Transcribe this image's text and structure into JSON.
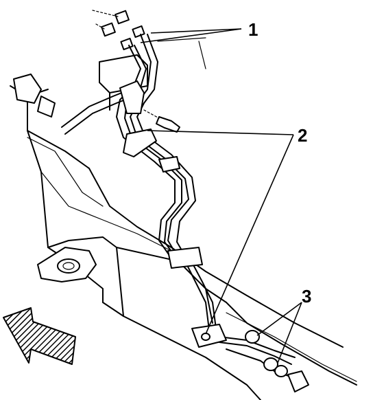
{
  "callouts": [
    {
      "id": "callout-1",
      "label": "1"
    },
    {
      "id": "callout-2",
      "label": "2"
    },
    {
      "id": "callout-3",
      "label": "3"
    }
  ],
  "colors": {
    "ink": "#000000",
    "paper": "#ffffff"
  }
}
